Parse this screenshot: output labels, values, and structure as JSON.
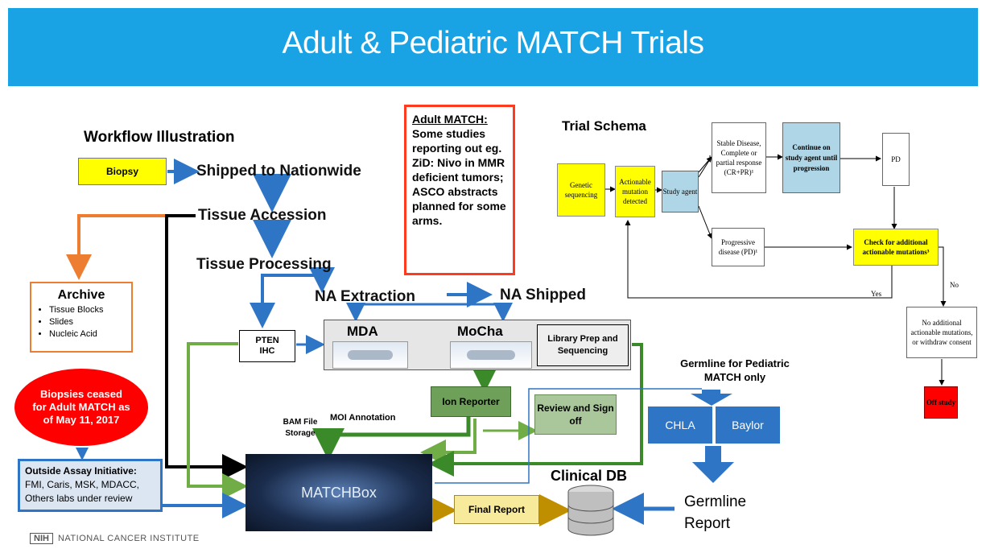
{
  "banner": {
    "title": "Adult & Pediatric MATCH Trials"
  },
  "workflow": {
    "heading": "Workflow Illustration",
    "biopsy": "Biopsy",
    "shipped": "Shipped to Nationwide",
    "tissue_accession": "Tissue Accession",
    "tissue_processing": "Tissue Processing",
    "na_extraction": "NA Extraction",
    "na_shipped": "NA Shipped",
    "archive": {
      "title": "Archive",
      "items": [
        "Tissue Blocks",
        "Slides",
        "Nucleic Acid"
      ]
    },
    "pten": "PTEN IHC",
    "mda": "MDA",
    "mocha": "MoCha",
    "library": "Library Prep and Sequencing",
    "ion_reporter": "Ion Reporter",
    "moi_annotation": "MOI Annotation",
    "bam": "BAM File Storage",
    "review": "Review and Sign off",
    "matchbox": "MATCHBox",
    "final_report": "Final Report",
    "clinical_db": "Clinical DB",
    "biopsies_ceased": "Biopsies ceased for Adult MATCH as of May 11, 2017",
    "outside_assay": {
      "title": "Outside Assay Initiative:",
      "line1": "FMI, Caris, MSK, MDACC,",
      "line2": "Others labs under review"
    },
    "germline_header": "Germline for Pediatric MATCH only",
    "chla": "CHLA",
    "baylor": "Baylor",
    "germline_report": "Germline Report"
  },
  "adult_match_note": {
    "title": "Adult MATCH:",
    "body": "Some studies reporting out eg. ZiD: Nivo in MMR deficient tumors; ASCO abstracts planned for some arms."
  },
  "schema": {
    "heading": "Trial Schema",
    "genetic": "Genetic sequencing",
    "actionable": "Actionable mutation detected",
    "study_agent": "Study agent",
    "stable": "Stable Disease, Complete or partial response (CR+PR)¹",
    "continue": "Continue on study agent until progression",
    "pd": "PD",
    "progressive": "Progressive disease (PD)¹",
    "check": "Check for additional actionable mutations³",
    "yes": "Yes",
    "no": "No",
    "no_additional": "No additional actionable mutations, or withdraw consent",
    "off_study": "Off study"
  },
  "footer": {
    "nih": "NIH",
    "nci": "NATIONAL CANCER INSTITUTE"
  },
  "colors": {
    "banner": "#1aa3e4",
    "blue_arrow": "#2e75c6",
    "green_arrow": "#70ad47",
    "dark_green": "#548235",
    "orange": "#ed7d31",
    "red": "#ff0000",
    "yellow": "#ffff00",
    "light_blue": "#aed6e6"
  }
}
